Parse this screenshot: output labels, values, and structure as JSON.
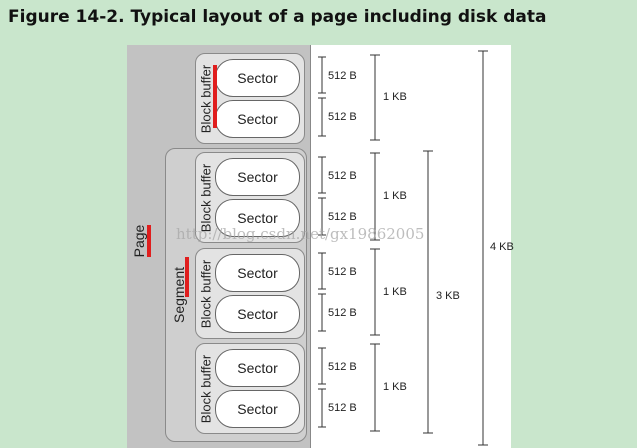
{
  "figure": {
    "title": "Figure 14-2. Typical layout of a page including disk data"
  },
  "diagram": {
    "page_label": "Page",
    "segment_label": "Segment",
    "block_buffer_label": "Block buffer",
    "sector_label": "Sector",
    "sector_size": "512 B",
    "block_size": "1 KB",
    "segment_size": "3 KB",
    "page_size": "4 KB",
    "block_count": 4,
    "sectors_per_block": 2,
    "watermark": "http://blog.csdn.net/gx19862005"
  },
  "colors": {
    "background": "#c9e6cc",
    "page_fill": "#c2c2c2",
    "segment_fill": "#cfcfcf",
    "block_fill": "#e3e3e3",
    "highlight": "#e01e1e"
  }
}
